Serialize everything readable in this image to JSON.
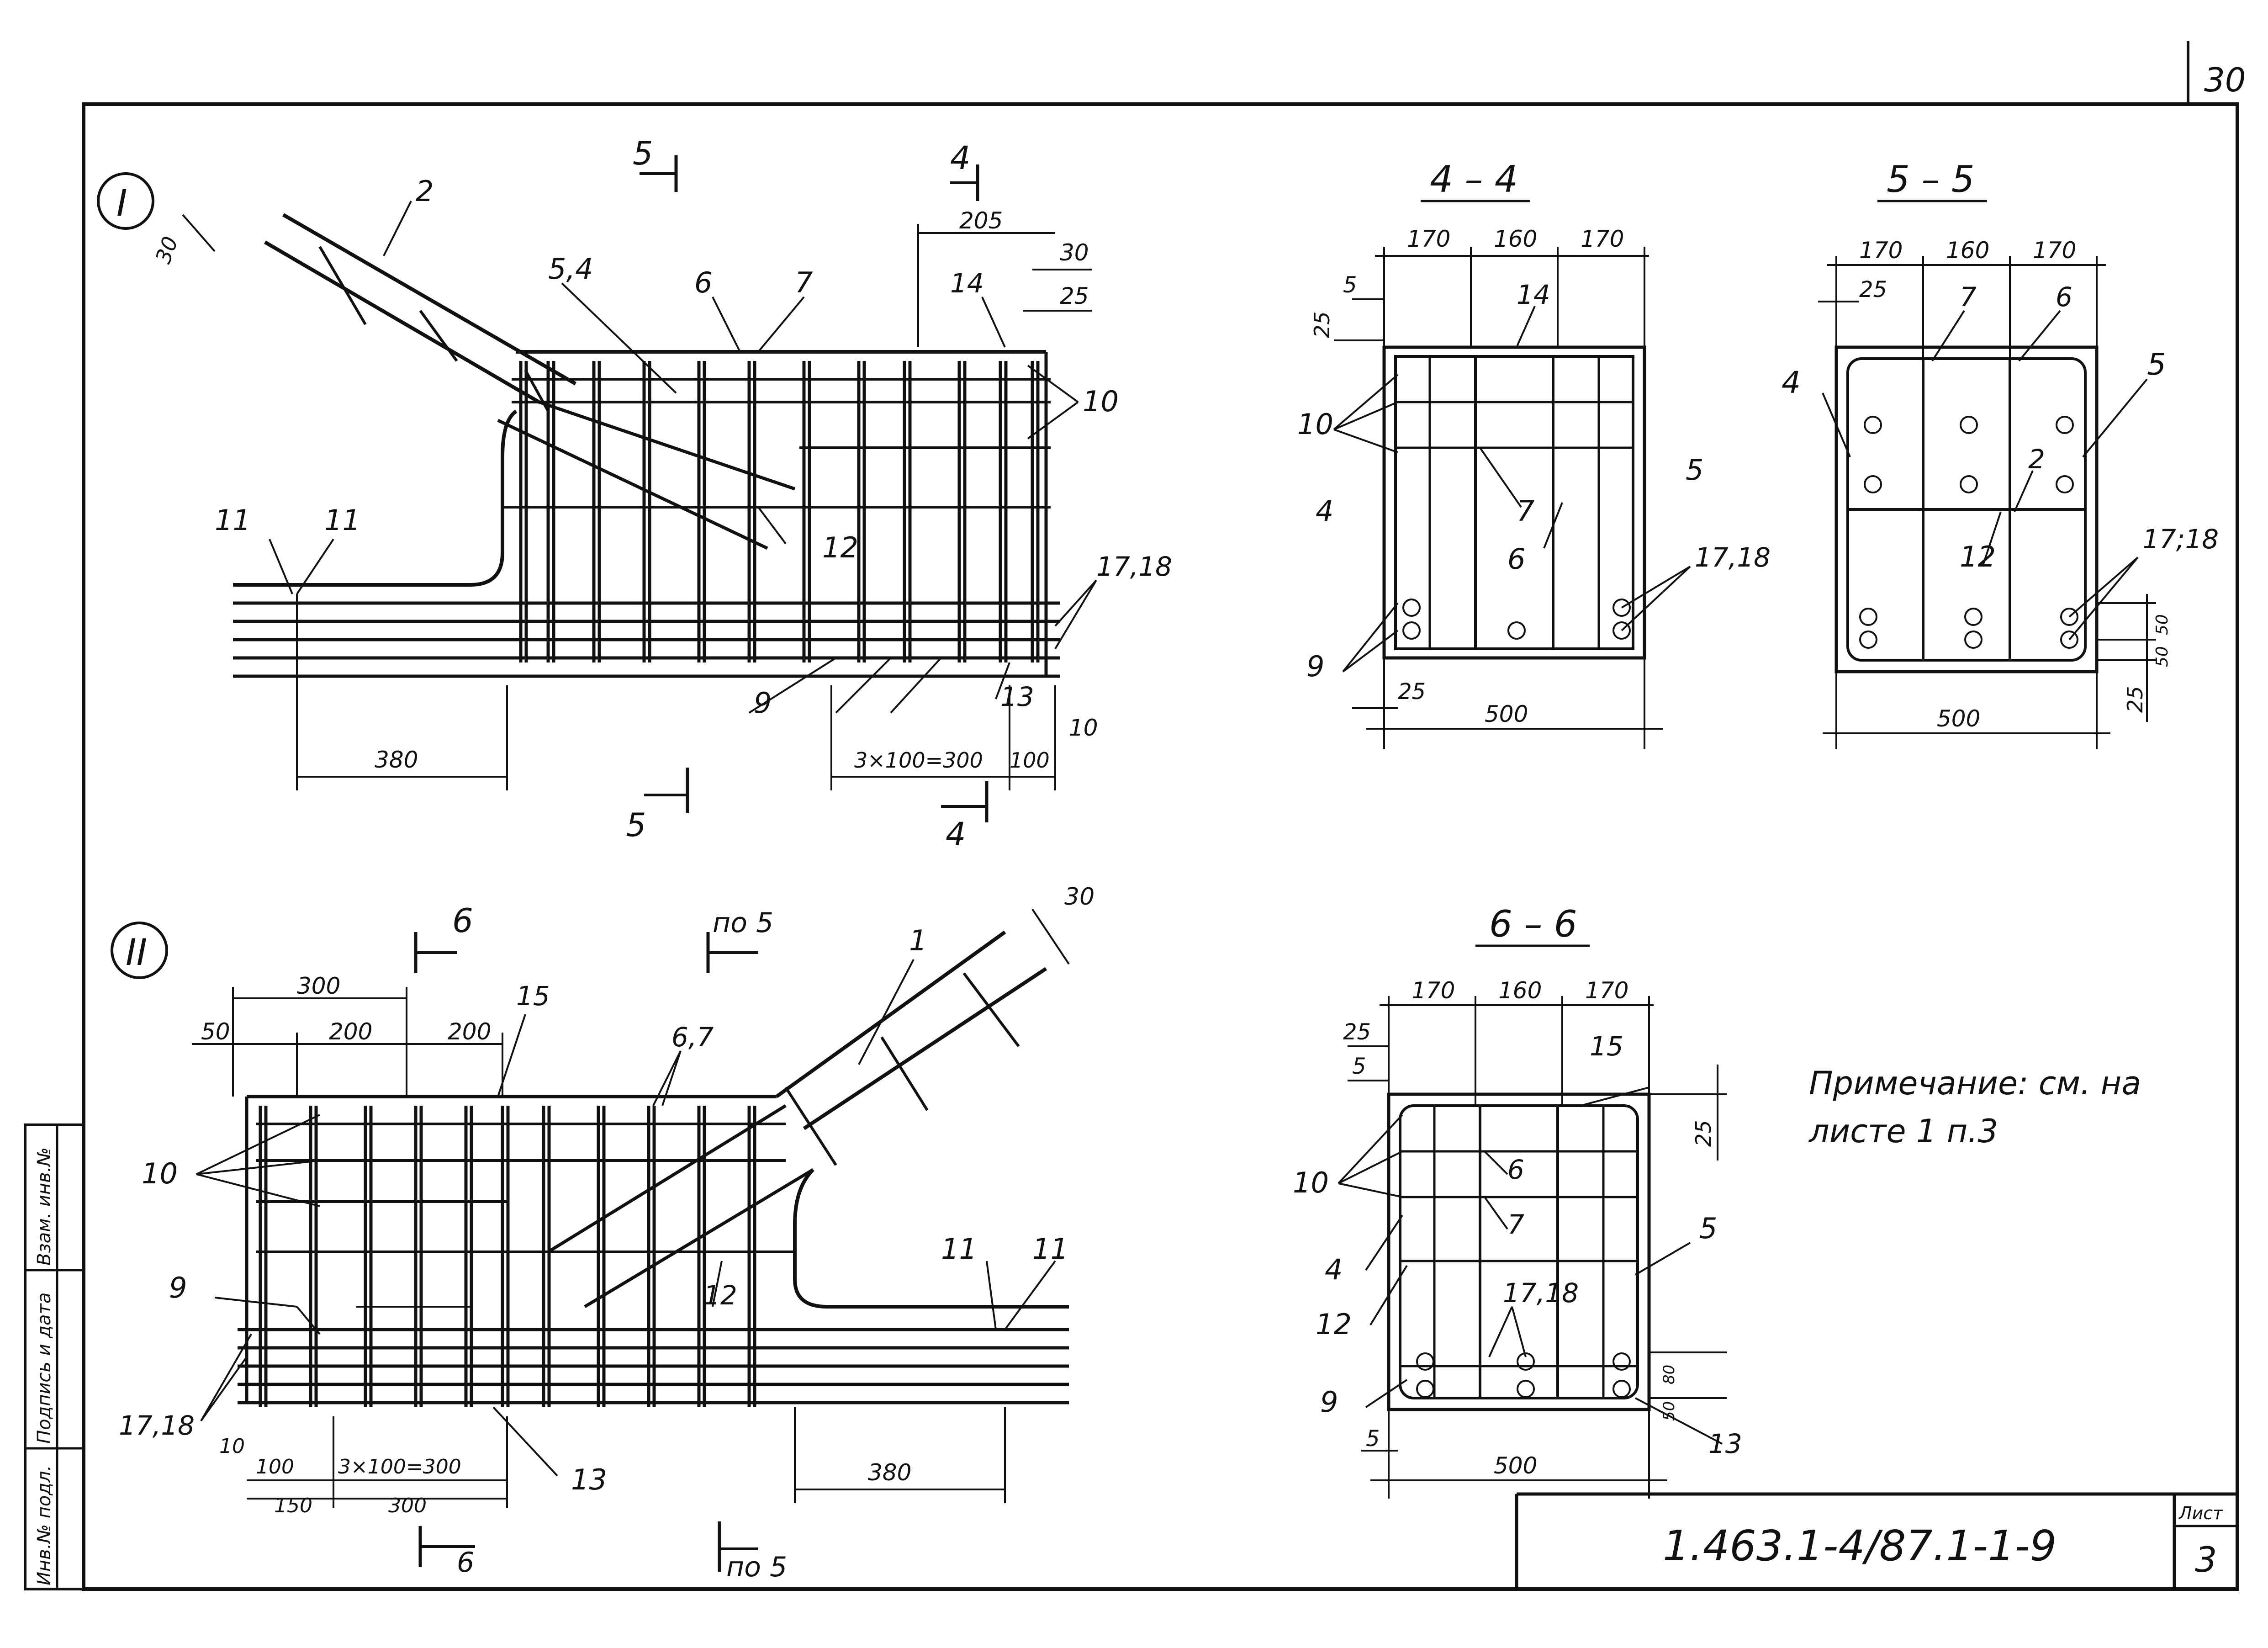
{
  "sheet": {
    "corner_number": "30",
    "code": "1.463.1-4/87.1-1-9",
    "sheet_label": "Лист",
    "sheet_number": "3",
    "note": [
      "Примечание: см. на",
      "листе 1 п.3"
    ],
    "side_stamp": [
      "Инв.№ подл.",
      "Подпись и дата",
      "Взам. инв.№"
    ]
  },
  "view1": {
    "roman": "I",
    "section_marks": [
      "5",
      "4",
      "5",
      "4"
    ],
    "callouts": [
      "2",
      "5,4",
      "6",
      "7",
      "14",
      "10",
      "11",
      "11",
      "12",
      "17,18",
      "9",
      "13"
    ],
    "dims": [
      "30",
      "205",
      "30",
      "25",
      "380",
      "3×100=300",
      "100",
      "10"
    ]
  },
  "view2": {
    "roman": "II",
    "section_marks": [
      "6",
      "по 5",
      "6",
      "по 5"
    ],
    "callouts": [
      "15",
      "6,7",
      "1",
      "10",
      "9",
      "12",
      "11",
      "11",
      "17,18",
      "13"
    ],
    "dims": [
      "300",
      "50",
      "200",
      "200",
      "30",
      "10",
      "100",
      "3×100=300",
      "150",
      "300",
      "380"
    ]
  },
  "s44": {
    "title": "4 – 4",
    "dims_top": [
      "170",
      "160",
      "170"
    ],
    "dims_side": [
      "5",
      "25"
    ],
    "width": "500",
    "dim_low": "25",
    "callouts": [
      "14",
      "10",
      "7",
      "4",
      "6",
      "5",
      "17,18",
      "9"
    ]
  },
  "s55": {
    "title": "5 – 5",
    "dims_top": [
      "170",
      "160",
      "170"
    ],
    "dim_25": "25",
    "width": "500",
    "dims_right": [
      "50",
      "50",
      "25"
    ],
    "callouts": [
      "7",
      "6",
      "4",
      "5",
      "2",
      "12",
      "17;18"
    ]
  },
  "s66": {
    "title": "6 – 6",
    "dims_top": [
      "170",
      "160",
      "170"
    ],
    "dims_side": [
      "25",
      "5"
    ],
    "dim_right": "25",
    "width": "500",
    "dim_low": "5",
    "dims_right_low": [
      "50",
      "80"
    ],
    "callouts": [
      "15",
      "10",
      "6",
      "7",
      "4",
      "5",
      "12",
      "17,18",
      "9",
      "13"
    ]
  }
}
